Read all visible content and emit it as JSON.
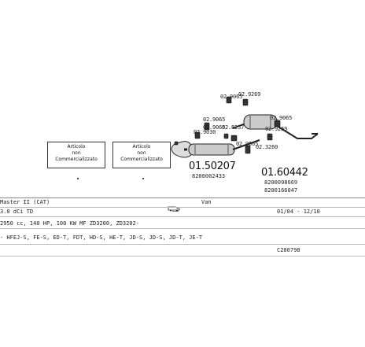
{
  "notices": [
    {
      "line1": "Articolo",
      "line2": "non",
      "line3": "Commercializzato"
    },
    {
      "line1": "Articolo",
      "line2": "non",
      "line3": "Commercializzato"
    }
  ],
  "parts": {
    "main_left": "01.50207",
    "main_left_oem": "8200002433",
    "main_right": "01.60442",
    "main_right_oem_1": "8200098669",
    "main_right_oem_2": "8200166047",
    "labels": [
      "02.9065",
      "02.9269",
      "02.9065",
      "02.9030",
      "02.9065",
      "02.8257",
      "02.9065",
      "02.9269",
      "02.9065",
      "02.3260"
    ]
  },
  "table": {
    "model": "Master II (CAT)",
    "body_type": "Van",
    "engine": "3.0 dCi TD",
    "years": "01/04 - 12/10",
    "spec": "2950 cc, 140 HP, 100 KW MF ZD3200, ZD3202-",
    "fitment": "- HFEJ-S, FE-S, ED-T, FDT, HD-S, HE-T, JD-S, JD-S, JD-T, JE-T",
    "code": "C280798"
  },
  "icons": {
    "vehicle": "van-icon"
  }
}
